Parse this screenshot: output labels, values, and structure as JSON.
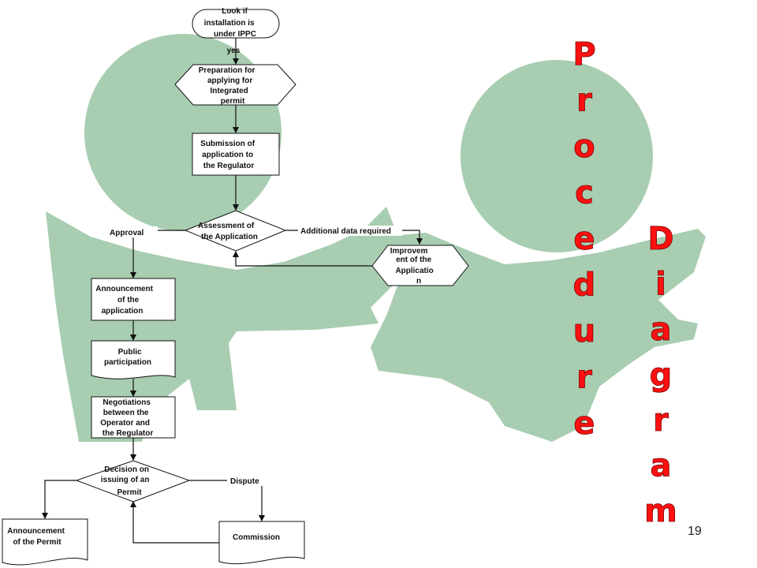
{
  "colors": {
    "background_figure": "#a8cdb0",
    "title_text": "#ff1010",
    "stroke": "#111111",
    "box_fill": "#ffffff"
  },
  "title": {
    "procedure": "Procedure",
    "diagram": "Diagram"
  },
  "page_number": "19",
  "nodes": {
    "look_ippc": [
      "Look if",
      "installation is",
      "under IPPC"
    ],
    "preparation": [
      "Preparation for",
      "applying for",
      "Integrated",
      "permit"
    ],
    "submission": [
      "Submission of",
      "application to",
      "the Regulator"
    ],
    "assessment": [
      "Assessment of",
      "the Application"
    ],
    "improvement": [
      "Improvem",
      "ent of the",
      "Applicatio",
      "n"
    ],
    "announcement_application": [
      "Announcement",
      "of the",
      "application"
    ],
    "public_participation": [
      "Public",
      "participation"
    ],
    "negotiations": [
      "Negotiations",
      "between the",
      "Operator and",
      "the Regulator"
    ],
    "decision": [
      "Decision on",
      "issuing of an",
      "Permit"
    ],
    "announcement_permit": [
      "Announcement",
      "of the Permit"
    ],
    "commission": [
      "Commission"
    ]
  },
  "edge_labels": {
    "yes": "yes",
    "approval": "Approval",
    "additional_data": "Additional data required",
    "dispute": "Dispute"
  }
}
